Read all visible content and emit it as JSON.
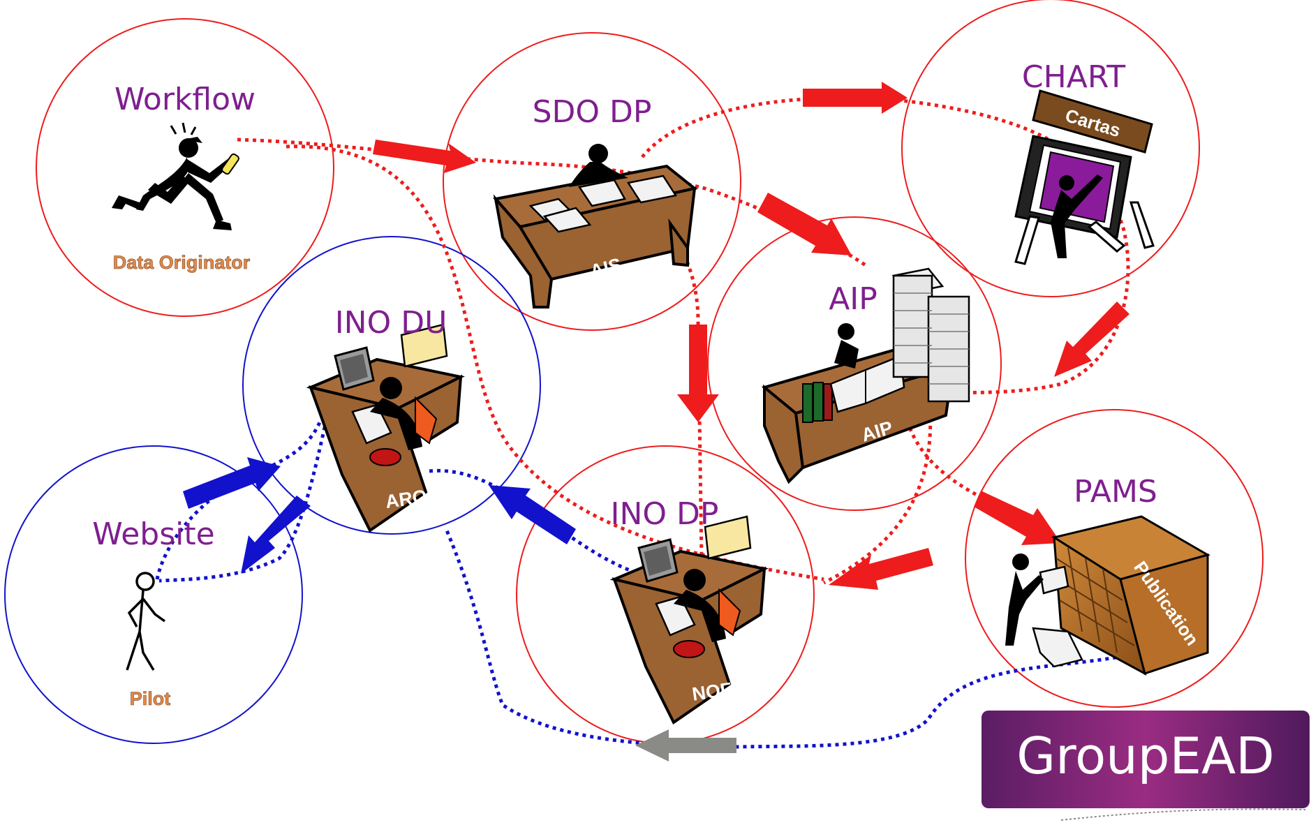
{
  "nodes": {
    "workflow": {
      "title": "Workflow",
      "sublabel": "Data Originator"
    },
    "sdo_dp": {
      "title": "SDO DP",
      "desk_label": "AIS"
    },
    "chart": {
      "title": "CHART",
      "sign_label": "Cartas"
    },
    "aip": {
      "title": "AIP",
      "desk_label": "AIP"
    },
    "ino_du": {
      "title": "INO DU",
      "desk_label": "ARO"
    },
    "website": {
      "title": "Website",
      "sublabel": "Pilot"
    },
    "ino_dp": {
      "title": "INO DP",
      "desk_label": "NOF"
    },
    "pams": {
      "title": "PAMS",
      "shelf_label": "Publication"
    }
  },
  "logo": {
    "text": "GroupEAD"
  },
  "colors": {
    "red_flow": "#ee1c1c",
    "blue_flow": "#1212cc",
    "gray_arrow": "#8a8a86",
    "title_purple": "#7f1f8f",
    "sublabel_orange": "#e0894a",
    "desk_brown": "#9b6232",
    "logo_purple": "#6b2270"
  }
}
